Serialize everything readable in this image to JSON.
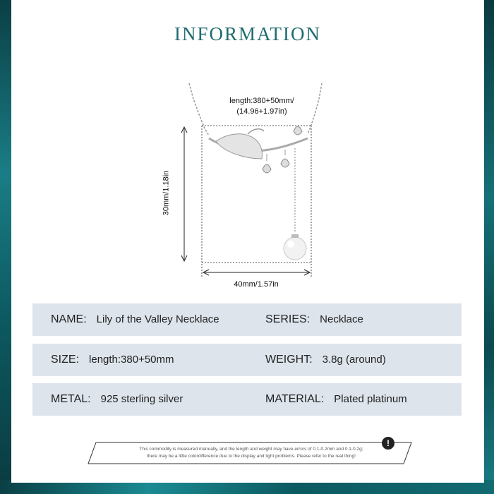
{
  "title": "INFORMATION",
  "dimensions": {
    "length": "length:380+50mm/",
    "length_in": "(14.96+1.97in)",
    "height": "30mm/1.18in",
    "width": "40mm/1.57in"
  },
  "specs": [
    {
      "label1": "NAME:",
      "value1": "Lily of the Valley Necklace",
      "label2": "SERIES:",
      "value2": "Necklace"
    },
    {
      "label1": "SIZE:",
      "value1": "length:380+50mm",
      "label2": "WEIGHT:",
      "value2": "3.8g (around)"
    },
    {
      "label1": "METAL:",
      "value1": "925 sterling silver",
      "label2": "MATERIAL:",
      "value2": "Plated platinum"
    }
  ],
  "disclaimer": {
    "line1": "This commodity is measured manually, and the length and weight may have errors of 0.1-0.2mm and 0.1-0.2g;",
    "line2": "there may be a little colordifference due to the display and light problems. Please refer to the real thing!",
    "icon": "exclamation-icon"
  },
  "colors": {
    "title": "#1f6b70",
    "row_bg": "#dde4ec",
    "border": "#0d4f55"
  }
}
